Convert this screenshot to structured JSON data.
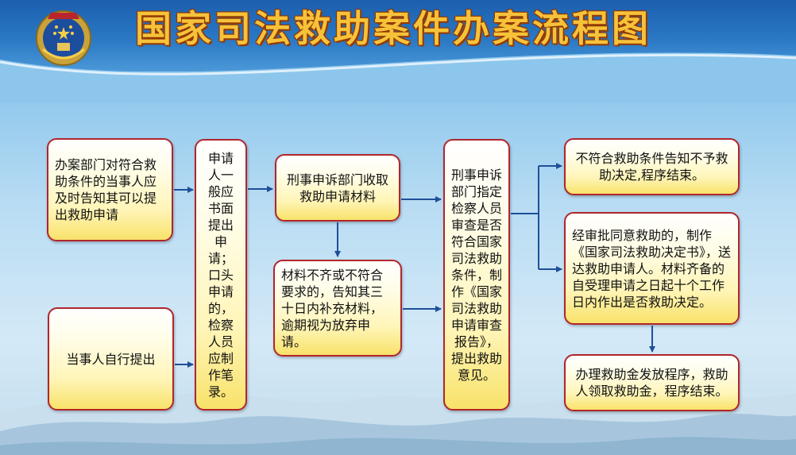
{
  "header": {
    "title": "国家司法救助案件办案流程图",
    "emblem_icon": "procuratorate-emblem-icon",
    "colors": {
      "title": "#f6c23a",
      "header_blue": "#1c5fae",
      "box_border": "#b0262c",
      "arrow": "#1f4f99"
    }
  },
  "flow": {
    "notify_party": "办案部门对符合救助条件的当事人应及时告知其可以提出救助申请",
    "self_apply": "当事人自行提出",
    "application_form": "申请人一般应书面提出申请；口头申请的，检察人员应制作笔录。",
    "complaint_dept_receive": "刑事申诉部门收取救助申请材料",
    "materials_incomplete": "材料不齐或不符合要求的，告知其三十日内补充材料，逾期视为放弃申请。",
    "review": "刑事申诉部门指定检察人员审查是否符合国家司法救助条件，制作《国家司法救助申请审查报告》，提出救助意见。",
    "not_eligible": "不符合救助条件告知不予救助决定,程序结束。",
    "approved": "经审批同意救助的，制作《国家司法救助决定书》，送达救助申请人。材料齐备的自受理申请之日起十个工作日内作出是否救助决定。",
    "payment": "办理救助金发放程序，救助人领取救助金，程序结束。"
  }
}
